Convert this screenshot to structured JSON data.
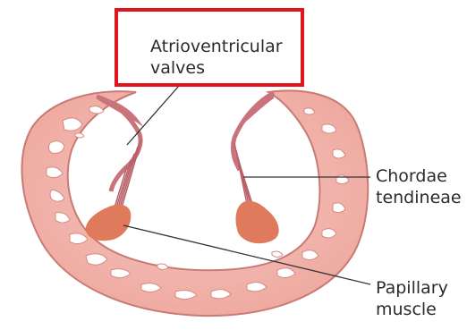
{
  "labels": {
    "av_valves": {
      "line1": "Atrioventricular",
      "line2": "valves"
    },
    "chordae": {
      "line1": "Chordae",
      "line2": "tendineae"
    },
    "papillary": {
      "line1": "Papillary",
      "line2": "muscle"
    }
  },
  "highlight": {
    "color": "#e0161b",
    "target": "av_valves"
  },
  "colors": {
    "wall_fill": "#f0b3ab",
    "wall_stroke": "#c97a72",
    "valve_fill": "#c9737b",
    "papillary_fill": "#e07a5c",
    "leader_line": "#333333"
  }
}
